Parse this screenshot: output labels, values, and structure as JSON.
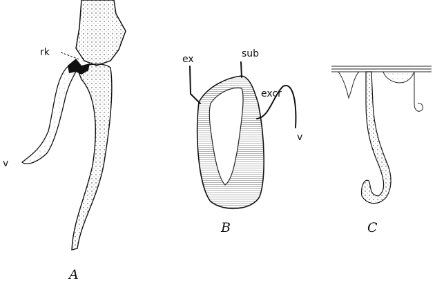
{
  "figure": {
    "panels": [
      {
        "caption": "A",
        "labels": {
          "rk": "rk",
          "v": "v"
        }
      },
      {
        "caption": "B",
        "labels": {
          "ex": "ex",
          "sub": "sub",
          "excr": "excr",
          "v": "v"
        }
      },
      {
        "caption": "C"
      }
    ]
  }
}
